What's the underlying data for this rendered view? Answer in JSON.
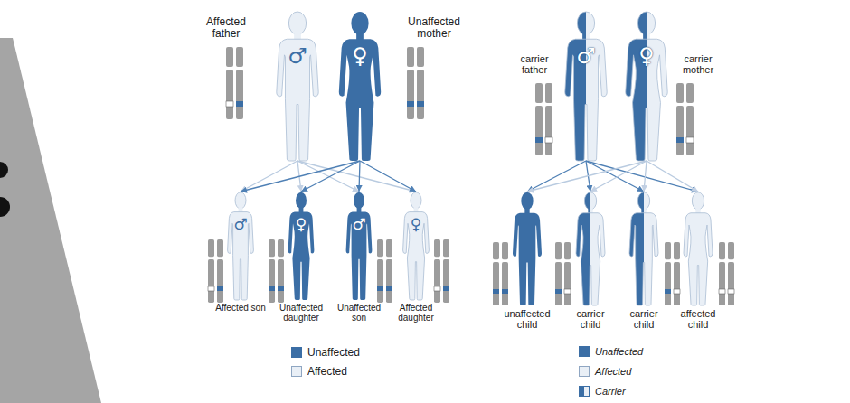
{
  "diagram": {
    "nodes": [
      {
        "text": [
          "Affected father",
          "♂"
        ]
      },
      {
        "text": [
          "Unaffected mother",
          "♀"
        ]
      },
      {
        "text": [
          "Affected son",
          "♂"
        ]
      },
      {
        "text": [
          "Unaffected daughter",
          "♀"
        ]
      },
      {
        "text": [
          "Unaffected son",
          "♂"
        ]
      },
      {
        "text": [
          "Affected daughter",
          "♀"
        ]
      },
      {
        "text": [
          "carrier father",
          "♂"
        ]
      },
      {
        "text": [
          "carrier mother",
          "♀"
        ]
      },
      {
        "text": [
          "unaffected child"
        ]
      },
      {
        "text": [
          "carrier child"
        ]
      },
      {
        "text": [
          "carrier child"
        ]
      },
      {
        "text": [
          "affected child"
        ]
      }
    ],
    "edges": [
      {
        "from": 0,
        "to": 2,
        "arrow": "to"
      },
      {
        "from": 0,
        "to": 3,
        "arrow": "to"
      },
      {
        "from": 0,
        "to": 4,
        "arrow": "to"
      },
      {
        "from": 0,
        "to": 5,
        "arrow": "to"
      },
      {
        "from": 1,
        "to": 2,
        "arrow": "to"
      },
      {
        "from": 1,
        "to": 3,
        "arrow": "to"
      },
      {
        "from": 1,
        "to": 4,
        "arrow": "to"
      },
      {
        "from": 1,
        "to": 5,
        "arrow": "to"
      },
      {
        "from": 6,
        "to": 8,
        "arrow": "to"
      },
      {
        "from": 6,
        "to": 9,
        "arrow": "to"
      },
      {
        "from": 6,
        "to": 10,
        "arrow": "to"
      },
      {
        "from": 6,
        "to": 11,
        "arrow": "to"
      },
      {
        "from": 7,
        "to": 8,
        "arrow": "to"
      },
      {
        "from": 7,
        "to": 9,
        "arrow": "to"
      },
      {
        "from": 7,
        "to": 10,
        "arrow": "to"
      },
      {
        "from": 7,
        "to": 11,
        "arrow": "to"
      }
    ],
    "legend": [
      {
        "text": "Unaffected",
        "color": "#3b6ea5"
      },
      {
        "text": "Affected",
        "color": "#e9eff6"
      },
      {
        "text": "Unaffected",
        "color": "#3b6ea5"
      },
      {
        "text": "Affected",
        "color": "#e9eff6"
      },
      {
        "text": "Carrier"
      }
    ]
  }
}
